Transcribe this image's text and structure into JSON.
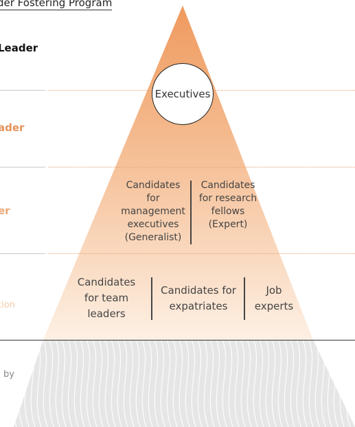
{
  "header": {
    "title": "der Fostering Program"
  },
  "tiers": {
    "tier1_label": "Leader",
    "tier2_label": "ader",
    "tier3_label": "er",
    "tier4_label": "tion",
    "tier5_label": "by"
  },
  "pyramid": {
    "top": {
      "label": "Executives"
    },
    "middle": {
      "left": [
        "Candidates",
        "for management",
        "executives",
        "(Generalist)"
      ],
      "right": [
        "Candidates",
        "for research",
        "fellows",
        "(Expert)"
      ]
    },
    "bottom": {
      "left": [
        "Candidates",
        "for team",
        "leaders"
      ],
      "center": [
        "Candidates for",
        "expatriates"
      ],
      "right": [
        "Job",
        "experts"
      ]
    }
  },
  "colors": {
    "pyramid_top": "#ef9a5e",
    "pyramid_bottom": "#fdf0e4",
    "dotted_line": "#e8a270"
  }
}
